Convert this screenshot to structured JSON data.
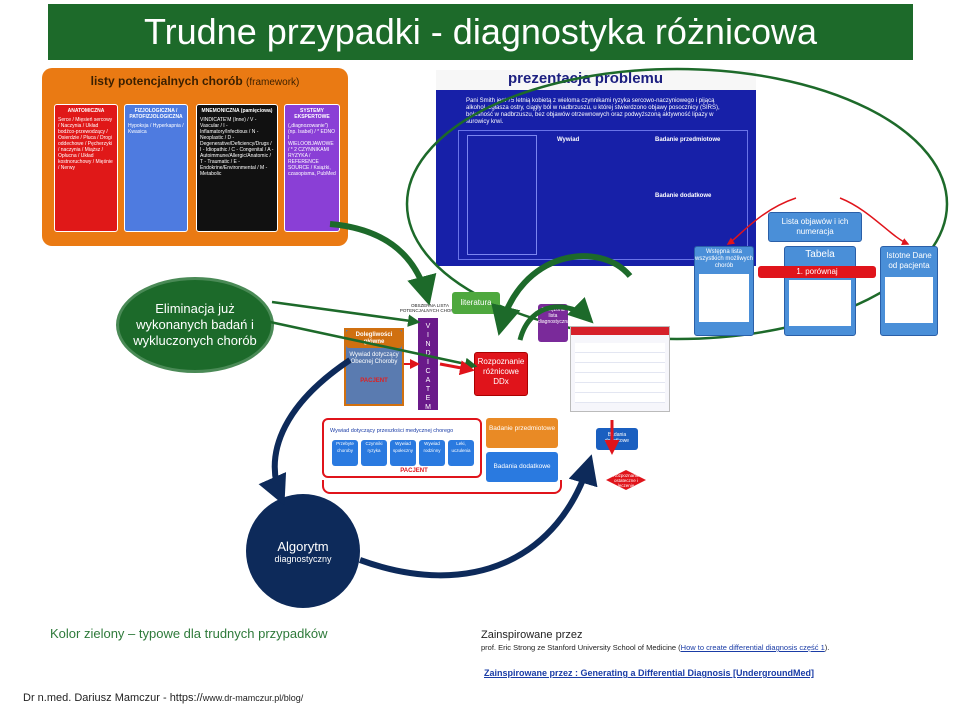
{
  "title": "Trudne przypadki - diagnostyka różnicowa",
  "framework": {
    "title": "listy potencjalnych chorób",
    "subtitle": "(framework)",
    "boxes": [
      {
        "head": "ANATOMICZNA",
        "text": "Serce / Mięsień sercowy / Naczynia / Układ bodźco-przewodzący / Osierdzie / Płuca / Drogi oddechowe / Pęcherzyki / naczynia / Miąższ / Opłucna / Układ kostnoruchowy / Mięśnie / Nerwy"
      },
      {
        "head": "FIZJOLOGICZNA / PATOFIZJOLOGICZNA",
        "text": "Hypoksja / Hyperkapnia / Kwasica"
      },
      {
        "head": "MNEMONICZNA (pamięciowa)",
        "text": "VINDICATE'M (Inne) / V - Vascular / I - Inflamatory/Infectious / N - Neoplastic / D - Degenerative/Deficiency/Drugs / I - Idiopathic / C - Congenital / A - Autoimmune/Allergic/Anatomic / T - Traumatic / E - Endokrine/Environmental / M - Metabolic"
      },
      {
        "head": "SYSTEMY EKSPERTOWE",
        "text": "(„diagnozowanie”) (np. Isabel) / * EDNO I WIELOOBJAWOWE / * 2 CZYNNIKAMI RYZYKA / REFERENCE SOURCE / Książki, czasopisma, PubMed"
      }
    ]
  },
  "presentation": {
    "title": "prezentacja problemu",
    "text": "Pani Smith jest 75 letnią kobietą z wieloma czynnikami ryzyka sercowo-naczyniowego i pijącą alkohol, zgłasza ostry, ciągły ból w nadbrzuszu, u której stwierdzono objawy posocznicy (SIRS), bolesność w nadbrzuszu, bez objawów otrzewnowych oraz podwyższoną aktywność lipazy w surowicy krwi.",
    "grid_headers": [
      "Wywiad",
      "Badanie przedmiotowe",
      "Badanie dodatkowe"
    ]
  },
  "elimination": "Eliminacja już wykonanych badań i wykluczonych chorób",
  "flow": {
    "vindicate_head": "OBSZERNA LISTA POTENCJALNYCH CHORÓB",
    "vindicate_letters": [
      "V",
      "I",
      "N",
      "D",
      "I",
      "C",
      "A",
      "T",
      "E",
      "M"
    ],
    "complaints": "Dolegliwości główne",
    "interview_current": "Wywiad dotyczący Obecnej Choroby",
    "patient_label": "PACJENT",
    "literature": "literatura",
    "diagnosis": "Rozpoznanie różnicowe DDx",
    "narrow_list": "Zawężona lista diagnostyczna",
    "past_history": "Wywiad dotyczący przeszłości medycznej chorego",
    "past_cols": [
      "Przebyte choroby",
      "Czynniki ryzyka",
      "Wywiad społeczny",
      "Wywiad rodzinny",
      "Leki, uczulenia"
    ],
    "patient_label2": "PACJENT",
    "exam": "Badanie przedmiotowe",
    "extra_tests": "Badania dodatkowe",
    "extra_tests2": "Badania dodatkowe",
    "final": "Rozpoznanie ostateczne i leczenie"
  },
  "table_panel": {
    "symptoms": "Lista objawów i ich numeracja",
    "initial": "Wstępna lista wszystkich możliwych chorób",
    "table": "Tabela",
    "important": "Istotne Dane od pacjenta",
    "compare": "1. porównaj"
  },
  "algorithm": {
    "title": "Algorytm",
    "subtitle": "diagnostyczny"
  },
  "legend_green": "Kolor zielony – typowe dla trudnych przypadków",
  "inspired": {
    "title": "Zainspirowane przez",
    "line": "prof. Eric Strong ze Stanford University School of Medicine (",
    "link1": "How to create differential diagnosis część 1",
    "after": ").",
    "link2": "Zainspirowane przez : Generating a Differential Diagnosis [UndergroundMed]"
  },
  "author": {
    "name": "Dr n.med. Dariusz Mamczur - https://",
    "url": "www.dr-mamczur.pl/blog/"
  },
  "colors": {
    "green": "#1d6a2a",
    "orange": "#ea7a13",
    "navy": "#1720a8",
    "red": "#e0141b",
    "purple": "#6a1a8a"
  }
}
